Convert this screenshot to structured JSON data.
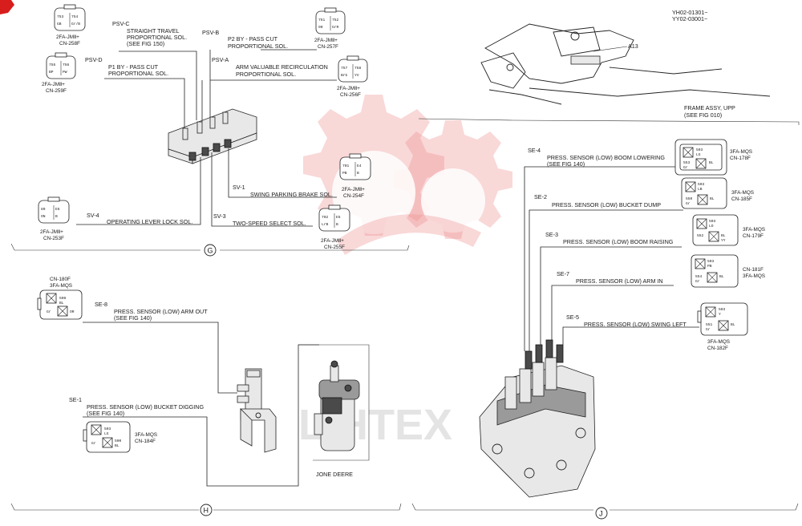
{
  "doc_ids": [
    "YH02-01301~",
    "YY02-03001~"
  ],
  "watermark": "LIHTEX",
  "sections": {
    "g": "G",
    "h": "H",
    "j": "J"
  },
  "frame": {
    "code": "A13",
    "title": "FRAME ASSY, UPP",
    "ref": "(SEE FIG 010)"
  },
  "brand_label": "JONE DEERE",
  "solenoids": {
    "psv_c": {
      "code": "PSV-C",
      "line1": "STRAIGHT TRAVEL",
      "line2": "PROPORTIONAL SOL.",
      "line3": "(SEE FIG 150)",
      "conn_type": "2FA-JMⅡ+",
      "conn_id": "CN-258F",
      "pins": [
        "753",
        "754",
        "GB",
        "Gr/B"
      ]
    },
    "psv_b": {
      "code": "PSV-B",
      "line1": "P2 BY - PASS CUT",
      "line2": "PROPORTIONAL SOL.",
      "conn_type": "2FA-JMⅡ+",
      "conn_id": "CN-257F",
      "pins": [
        "751",
        "752",
        "90",
        "GrR"
      ]
    },
    "psv_d": {
      "code": "PSV-D",
      "line1": "P1 BY - PASS CUT",
      "line2": "PROPORTIONAL SOL.",
      "conn_type": "2FA-JMⅡ+",
      "conn_id": "CN-259F",
      "pins": [
        "755",
        "756",
        "BP",
        "PW"
      ]
    },
    "psv_a": {
      "code": "PSV-A",
      "line1": "ARM VALUABLE RECIRCULATION",
      "line2": "PROPORTIONAL SOL.",
      "conn_type": "2FA-JMⅡ+",
      "conn_id": "CN-256F",
      "pins": [
        "757",
        "758",
        "BrG",
        "YV"
      ]
    },
    "sv_1": {
      "code": "SV-1",
      "line1": "SWING PARKING BRAKE SOL.",
      "conn_type": "2FA-JMⅡ+",
      "conn_id": "CN-254F",
      "pins": [
        "701",
        "E4",
        "PB",
        "B"
      ]
    },
    "sv_4": {
      "code": "SV-4",
      "line1": "OPERATING LEVER LOCK SOL.",
      "conn_type": "2FA-JMⅡ+",
      "conn_id": "CN-253F",
      "pins": [
        "80",
        "E6",
        "ON",
        "B"
      ]
    },
    "sv_3": {
      "code": "SV-3",
      "line1": "TWO-SPEED SELECT SOL.",
      "conn_type": "2FA-JMⅡ+",
      "conn_id": "CN-255F",
      "pins": [
        "702",
        "E5",
        "LrB",
        "B"
      ]
    }
  },
  "sensors": {
    "se_8": {
      "code": "SE-8",
      "line1": "PRESS. SENSOR (LOW) ARM OUT",
      "line2": "(SEE FIG 140)",
      "conn_id": "CN-180F",
      "conn_type": "3FA-MQS",
      "pins": [
        "508",
        "BL",
        "Gr",
        "OR"
      ]
    },
    "se_1": {
      "code": "SE-1",
      "line1": "PRESS. SENSOR (LOW) BUCKET DIGGING",
      "line2": "(SEE FIG 140)",
      "conn_type": "3FA-MQS",
      "conn_id": "CN-184F",
      "pins": [
        "503",
        "LG",
        "500",
        "BL",
        "Gr"
      ]
    },
    "se_4": {
      "code": "SE-4",
      "line1": "PRESS. SENSOR (LOW) BOOM LOWERING",
      "line2": "(SEE FIG 140)",
      "conn_type": "3FA-MQS",
      "conn_id": "CN-178F",
      "pins": [
        "503",
        "LG",
        "553",
        "BL",
        "Gr"
      ]
    },
    "se_2": {
      "code": "SE-2",
      "line1": "PRESS. SENSOR (LOW) BUCKET DUMP",
      "conn_type": "3FA-MQS",
      "conn_id": "CN-185F",
      "pins": [
        "503",
        "LB",
        "550",
        "BL",
        "Gr"
      ]
    },
    "se_3": {
      "code": "SE-3",
      "line1": "PRESS. SENSOR (LOW) BOOM RAISING",
      "conn_type": "3FA-MQS",
      "conn_id": "CN-179F",
      "pins": [
        "503",
        "LO",
        "552",
        "BL",
        "YY"
      ]
    },
    "se_7": {
      "code": "SE-7",
      "line1": "PRESS. SENSOR (LOW) ARM IN",
      "conn_id": "CN-181F",
      "conn_type": "3FA-MQS",
      "pins": [
        "503",
        "PB",
        "554",
        "BL",
        "Gr"
      ]
    },
    "se_5": {
      "code": "SE-5",
      "line1": "PRESS. SENSOR (LOW) SWING LEFT",
      "conn_type": "3FA-MQS",
      "conn_id": "CN-182F",
      "pins": [
        "503",
        "Y",
        "551",
        "BL",
        "Gr"
      ]
    }
  }
}
